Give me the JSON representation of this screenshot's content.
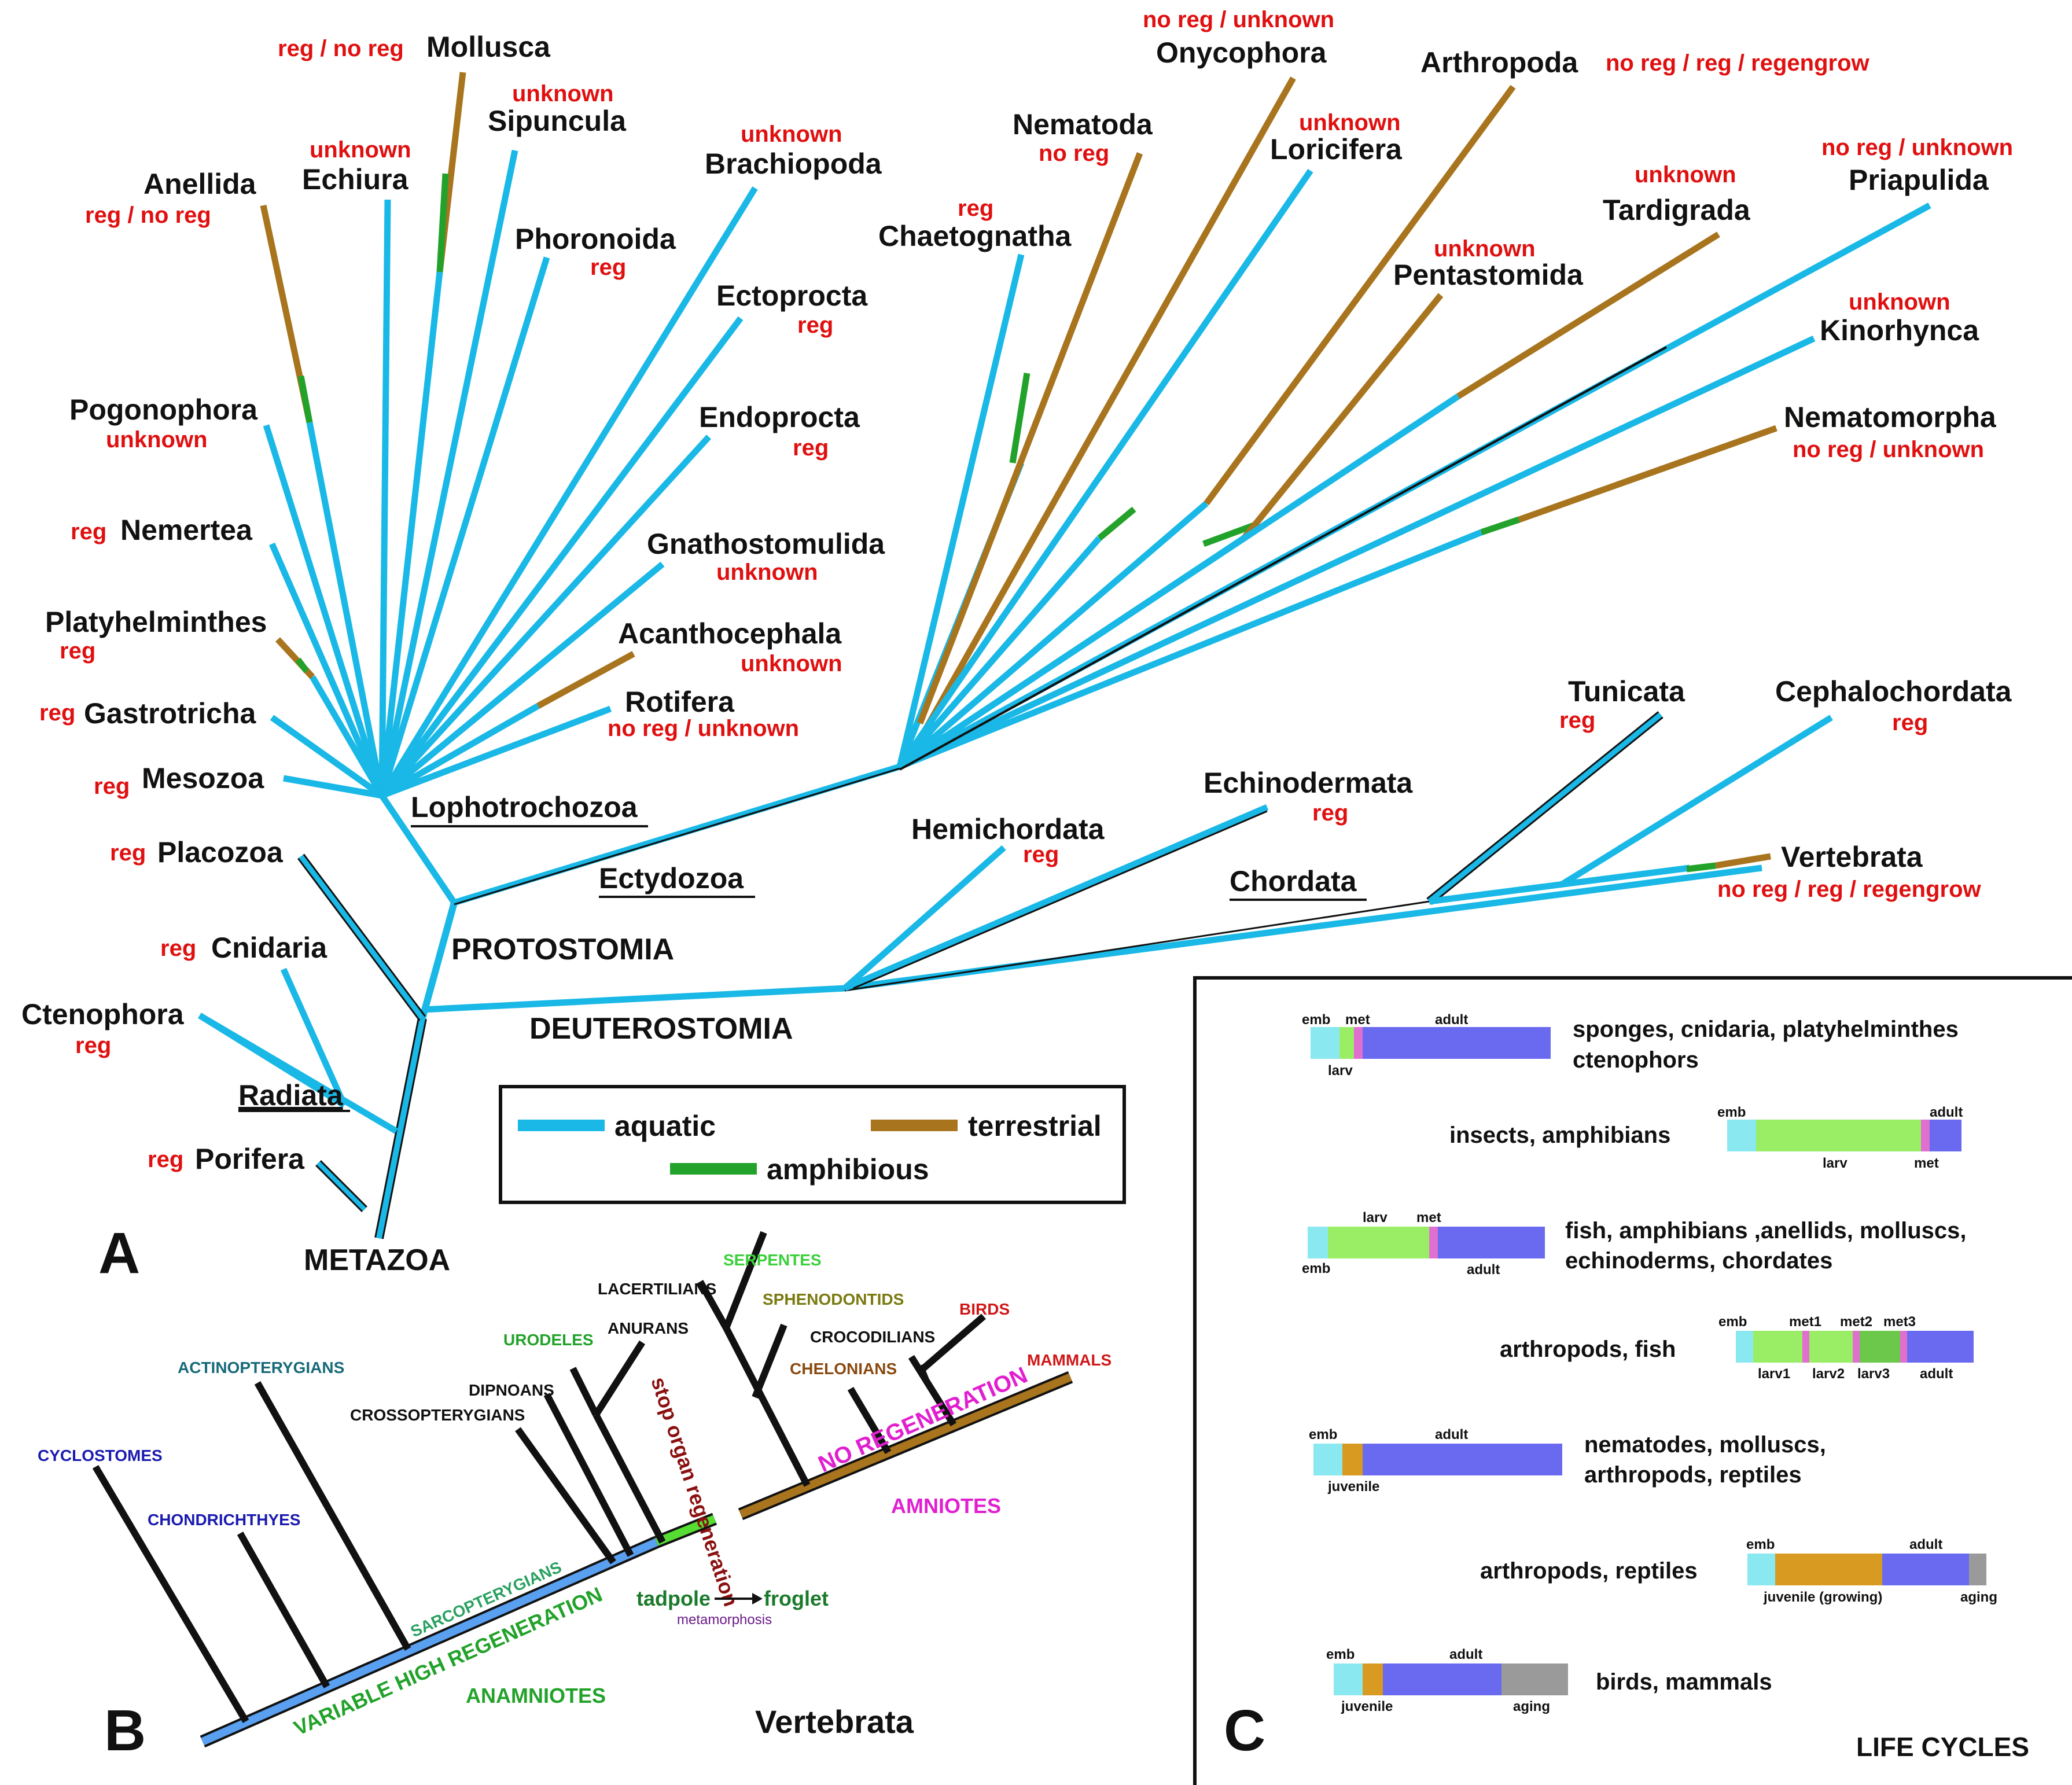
{
  "colors": {
    "aquatic": "#19b8e6",
    "terrestrial": "#a8741e",
    "amphibious": "#22a22a",
    "black": "#111111",
    "red_label": "#e01010",
    "emb": "#8ae8f0",
    "larv": "#99ee66",
    "met": "#e070d0",
    "adult": "#6a6af0",
    "juvenile": "#d89a20",
    "aging": "#9a9a9a"
  },
  "panel_a": {
    "panel_letter": "A",
    "root": "METAZOA",
    "clades": {
      "radiata": "Radiata",
      "protostomia": "PROTOSTOMIA",
      "deuterostomia": "DEUTEROSTOMIA",
      "lophotrochozoa": "Lophotrochozoa",
      "ecdysozoa": "Ectydozoa",
      "chordata": "Chordata"
    },
    "taxa": {
      "porifera": {
        "name": "Porifera",
        "status": "reg"
      },
      "ctenophora": {
        "name": "Ctenophora",
        "status": "reg"
      },
      "cnidaria": {
        "name": "Cnidaria",
        "status": "reg"
      },
      "placozoa": {
        "name": "Placozoa",
        "status": "reg"
      },
      "mesozoa": {
        "name": "Mesozoa",
        "status": "reg"
      },
      "gastrotricha": {
        "name": "Gastrotricha",
        "status": "reg"
      },
      "platyhelminthes": {
        "name": "Platyhelminthes",
        "status": "reg"
      },
      "nemertea": {
        "name": "Nemertea",
        "status": "reg"
      },
      "pogonophora": {
        "name": "Pogonophora",
        "status": "unknown"
      },
      "anellida": {
        "name": "Anellida",
        "status": "reg / no reg"
      },
      "echiura": {
        "name": "Echiura",
        "status": "unknown"
      },
      "mollusca": {
        "name": "Mollusca",
        "status": "reg / no reg"
      },
      "sipuncula": {
        "name": "Sipuncula",
        "status": "unknown"
      },
      "phoronoida": {
        "name": "Phoronoida",
        "status": "reg"
      },
      "brachiopoda": {
        "name": "Brachiopoda",
        "status": "unknown"
      },
      "ectoprocta": {
        "name": "Ectoprocta",
        "status": "reg"
      },
      "endoprocta": {
        "name": "Endoprocta",
        "status": "reg"
      },
      "gnathostomulida": {
        "name": "Gnathostomulida",
        "status": "unknown"
      },
      "acanthocephala": {
        "name": "Acanthocephala",
        "status": "unknown"
      },
      "rotifera": {
        "name": "Rotifera",
        "status": "no reg / unknown"
      },
      "chaetognatha": {
        "name": "Chaetognatha",
        "status": "reg"
      },
      "nematoda": {
        "name": "Nematoda",
        "status": "no reg"
      },
      "onycophora": {
        "name": "Onycophora",
        "status": "no reg / unknown"
      },
      "loricifera": {
        "name": "Loricifera",
        "status": "unknown"
      },
      "arthropoda": {
        "name": "Arthropoda",
        "status": "no reg / reg / regengrow"
      },
      "pentastomida": {
        "name": "Pentastomida",
        "status": "unknown"
      },
      "tardigrada": {
        "name": "Tardigrada",
        "status": "unknown"
      },
      "priapulida": {
        "name": "Priapulida",
        "status": "no reg / unknown"
      },
      "kinorhynca": {
        "name": "Kinorhynca",
        "status": "unknown"
      },
      "nematomorpha": {
        "name": "Nematomorpha",
        "status": "no reg / unknown"
      },
      "hemichordata": {
        "name": "Hemichordata",
        "status": "reg"
      },
      "echinodermata": {
        "name": "Echinodermata",
        "status": "reg"
      },
      "tunicata": {
        "name": "Tunicata",
        "status": "reg"
      },
      "cephalochordata": {
        "name": "Cephalochordata",
        "status": "reg"
      },
      "vertebrata": {
        "name": "Vertebrata",
        "status": "no reg / reg / regengrow"
      }
    },
    "legend": {
      "aquatic": "aquatic",
      "terrestrial": "terrestrial",
      "amphibious": "amphibious"
    }
  },
  "panel_b": {
    "panel_letter": "B",
    "title": "Vertebrata",
    "groups": {
      "cyclostomes": "CYCLOSTOMES",
      "chondrichthyes": "CHONDRICHTHYES",
      "actinopterygians": "ACTINOPTERYGIANS",
      "crossopterygians": "CROSSOPTERYGIANS",
      "dipnoans": "DIPNOANS",
      "urodeles": "URODELES",
      "anurans": "ANURANS",
      "lacertilians": "LACERTILIANS",
      "serpentes": "SERPENTES",
      "sphenodontids": "SPHENODONTIDS",
      "chelonians": "CHELONIANS",
      "crocodilians": "CROCODILIANS",
      "birds": "BIRDS",
      "mammals": "MAMMALS"
    },
    "labels": {
      "sarcopterygians": "SARCOPTERYGIANS",
      "variable_high_regeneration": "VARIABLE HIGH REGENERATION",
      "anamniotes": "ANAMNIOTES",
      "no_regeneration": "NO REGENERATION",
      "amniotes": "AMNIOTES",
      "stop_organ_regeneration": "stop organ regeneration",
      "tadpole": "tadpole",
      "froglet": "froglet",
      "metamorphosis": "metamorphosis"
    }
  },
  "panel_c": {
    "panel_letter": "C",
    "title": "LIFE CYCLES",
    "rows": [
      {
        "groups": [
          "sponges, cnidaria, platyhelminthes",
          "ctenophors"
        ],
        "stage_labels": [
          "emb",
          "met",
          "adult",
          "larv"
        ]
      },
      {
        "groups": [
          "insects, amphibians"
        ],
        "stage_labels": [
          "emb",
          "adult",
          "larv",
          "met"
        ]
      },
      {
        "groups": [
          "fish, amphibians ,anellids, molluscs,",
          "echinoderms, chordates"
        ],
        "stage_labels": [
          "larv",
          "met",
          "emb",
          "adult"
        ]
      },
      {
        "groups": [
          "arthropods, fish"
        ],
        "stage_labels": [
          "emb",
          "met1",
          "met2",
          "met3",
          "larv1",
          "larv2",
          "larv3",
          "adult"
        ]
      },
      {
        "groups": [
          "nematodes, molluscs,",
          "arthropods, reptiles"
        ],
        "stage_labels": [
          "emb",
          "adult",
          "juvenile"
        ]
      },
      {
        "groups": [
          "arthropods, reptiles"
        ],
        "stage_labels": [
          "emb",
          "adult",
          "juvenile (growing)",
          "aging"
        ]
      },
      {
        "groups": [
          "birds, mammals"
        ],
        "stage_labels": [
          "emb",
          "adult",
          "juvenile",
          "aging"
        ]
      }
    ]
  }
}
